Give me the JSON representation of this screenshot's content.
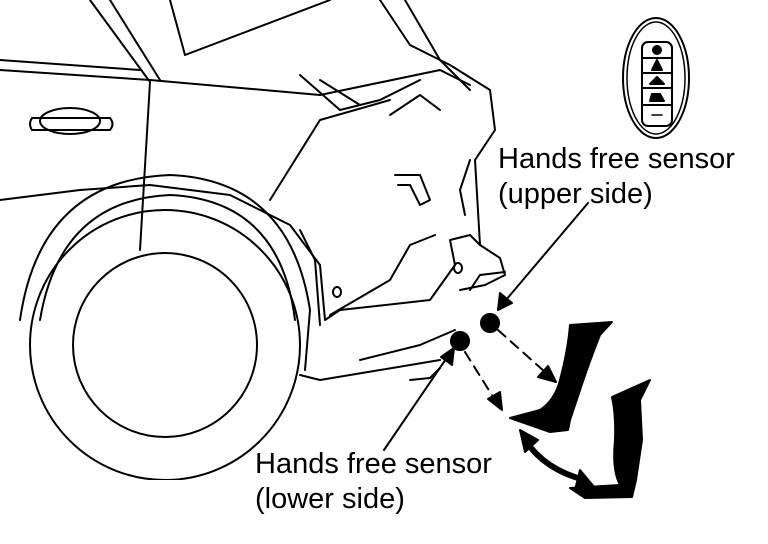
{
  "labels": {
    "upper_sensor": {
      "line1": "Hands free sensor",
      "line2": "(upper side)"
    },
    "lower_sensor": {
      "line1": "Hands free sensor",
      "line2": "(lower side)"
    }
  },
  "colors": {
    "ink": "#000000",
    "background": "#ffffff"
  }
}
